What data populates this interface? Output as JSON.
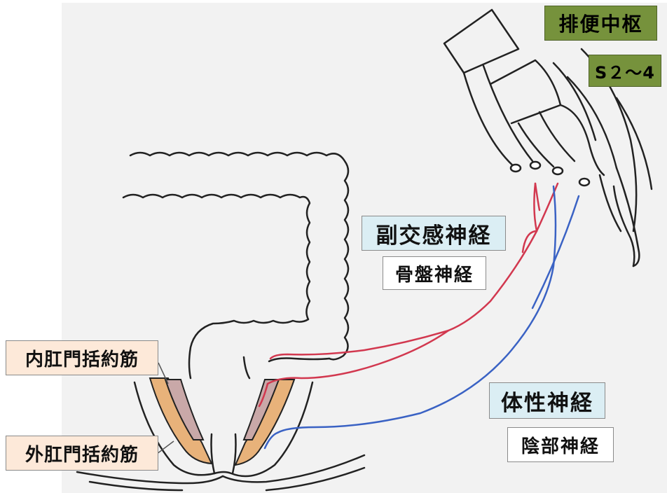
{
  "labels": {
    "center": "排便中枢",
    "segment": "S２～4",
    "parasympathetic": "副交感神経",
    "pelvic_nerve": "骨盤神経",
    "somatic": "体性神経",
    "pudendal": "陰部神経",
    "internal_sphincter": "内肛門括約筋",
    "external_sphincter": "外肛門括約筋"
  },
  "colors": {
    "parasympathetic_nerve": "#d2384f",
    "somatic_nerve": "#3a62c4",
    "internal_sphincter_fill": "#c9a8a8",
    "external_sphincter_fill": "#e8b27a",
    "center_box": "#76923c",
    "nerve_label_box": "#dbeef4",
    "sphincter_label_box": "#fde9d9"
  }
}
